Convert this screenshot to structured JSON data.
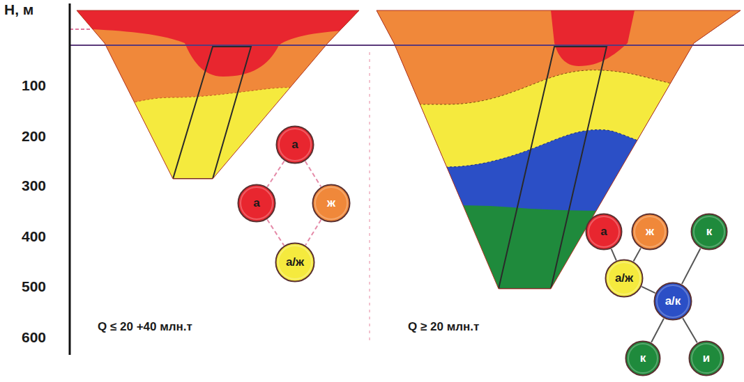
{
  "diagram": {
    "nodes": [
      {
        "text": [
          "а"
        ]
      },
      {
        "text": [
          "а"
        ]
      },
      {
        "text": [
          "ж"
        ]
      },
      {
        "text": [
          "а/ж"
        ]
      },
      {
        "text": [
          "а"
        ]
      },
      {
        "text": [
          "ж"
        ]
      },
      {
        "text": [
          "к"
        ]
      },
      {
        "text": [
          "а/ж"
        ]
      },
      {
        "text": [
          "а/к"
        ]
      },
      {
        "text": [
          "к"
        ]
      },
      {
        "text": [
          "и"
        ]
      }
    ],
    "edges": [
      {
        "from": 0,
        "to": 1,
        "arrow": "none"
      },
      {
        "from": 0,
        "to": 2,
        "arrow": "none"
      },
      {
        "from": 1,
        "to": 3,
        "arrow": "none"
      },
      {
        "from": 2,
        "to": 3,
        "arrow": "none"
      },
      {
        "from": 4,
        "to": 7,
        "arrow": "none"
      },
      {
        "from": 5,
        "to": 7,
        "arrow": "none"
      },
      {
        "from": 7,
        "to": 8,
        "arrow": "none"
      },
      {
        "from": 6,
        "to": 8,
        "arrow": "none"
      },
      {
        "from": 8,
        "to": 9,
        "arrow": "none"
      },
      {
        "from": 8,
        "to": 10,
        "arrow": "none"
      }
    ],
    "labels": [
      "H, м",
      "100",
      "200",
      "300",
      "400",
      "500",
      "600",
      "Q ≤ 20 +40 млн.т",
      "Q ≥ 20 млн.т"
    ]
  }
}
